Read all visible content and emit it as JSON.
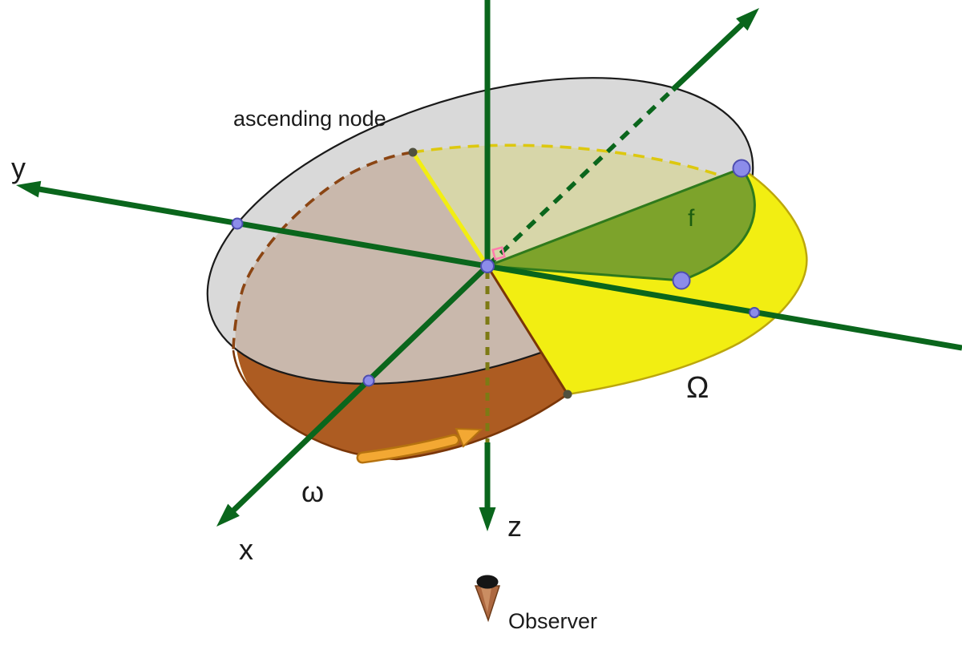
{
  "diagram": {
    "labels": {
      "ascending_node": "ascending node",
      "y_axis": "y",
      "x_axis": "x",
      "z_axis": "z",
      "omega_lower": "ω",
      "omega_upper": "Ω",
      "true_anomaly": "f",
      "observer": "Observer"
    },
    "colors": {
      "background": "#ffffff",
      "axis": "#0a661c",
      "plane_gray_fill": "#cfcfcf",
      "plane_gray_stroke": "#1a1a1a",
      "orbit_yellow": "#f2ee12",
      "orbit_yellow_stroke": "#bca70c",
      "sector_brown": "#ad5c22",
      "sector_brown_stroke": "#7a3608",
      "sector_green": "#7da32b",
      "sector_green_stroke": "#2f7a1c",
      "f_label_green": "#1c5c10",
      "point_blue": "#8c8cea",
      "point_blue_stroke": "#4d4db0",
      "node_dot": "#50503e",
      "hidden_yellow_dash": "#ddc80f",
      "hidden_brown_dash": "#8b4513",
      "hidden_z_dash": "#7d7a14",
      "motion_arrow": "#f3a833",
      "motion_arrow_stroke": "#b5720f",
      "observer_cone": "#ad6840",
      "observer_cone_stroke": "#6e3c1a",
      "right_angle_pink": "#ff7bac"
    }
  }
}
